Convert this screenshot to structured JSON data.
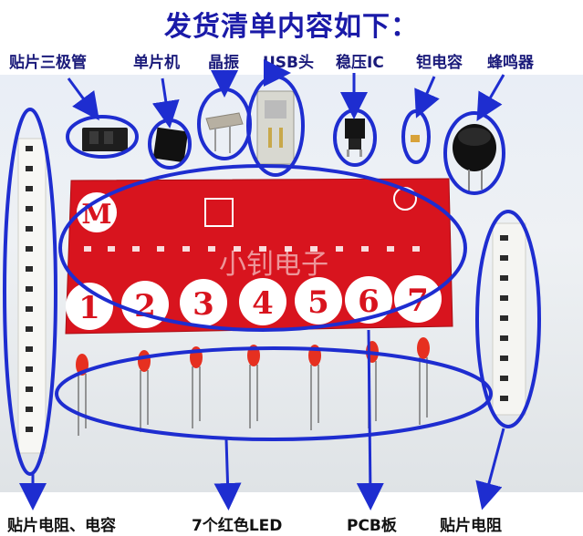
{
  "header": {
    "title": "发货清单内容如下："
  },
  "top_labels": {
    "transistor": "贴片三极管",
    "mcu": "单片机",
    "crystal": "晶振",
    "usb": "USB头",
    "regulator": "稳压IC",
    "tantalum": "钽电容",
    "buzzer": "蜂鸣器"
  },
  "bottom_labels": {
    "smd_resistor_capacitor": "贴片电阻、电容",
    "leds": "7个红色LED",
    "pcb": "PCB板",
    "smd_resistor": "贴片电阻"
  },
  "pcb": {
    "logo_letter": "M",
    "numbers": [
      "1",
      "2",
      "3",
      "4",
      "5",
      "6",
      "7"
    ],
    "watermark": "小钊电子"
  },
  "colors": {
    "annotation": "#1e2dd0",
    "pcb_red": "#d8141e",
    "led_red": "#e63020",
    "title": "#1a1aa8"
  }
}
